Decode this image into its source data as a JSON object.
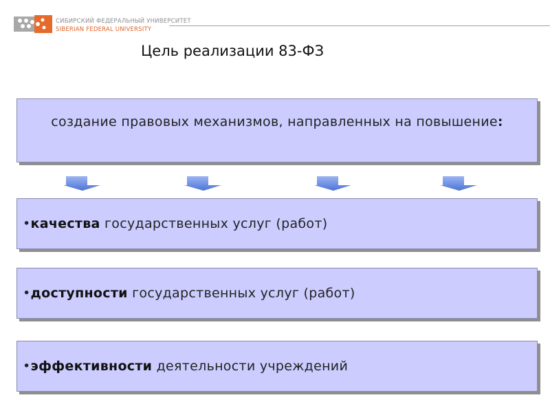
{
  "header": {
    "logo_line1": "СИБИРСКИЙ ФЕДЕРАЛЬНЫЙ УНИВЕРСИТЕТ",
    "logo_line2": "SIBERIAN FEDERAL UNIVERSITY",
    "logo_icon": "sfu-logo-icon"
  },
  "title": "Цель реализации 83-ФЗ",
  "main_box": {
    "text": "создание правовых механизмов, направленных на повышение",
    "suffix": ":"
  },
  "arrows": {
    "count": 4,
    "icon": "down-arrow-icon"
  },
  "items": [
    {
      "bullet": "•",
      "bold": "качества",
      "rest": " государственных услуг (работ)"
    },
    {
      "bullet": "•",
      "bold": "доступности",
      "rest": " государственных услуг (работ)"
    },
    {
      "bullet": "•",
      "bold": "эффективности",
      "rest": " деятельности учреждений"
    }
  ],
  "colors": {
    "box_fill": "#ccccff",
    "arrow_fill": "#7090e8",
    "logo_accent": "#e0622a"
  }
}
